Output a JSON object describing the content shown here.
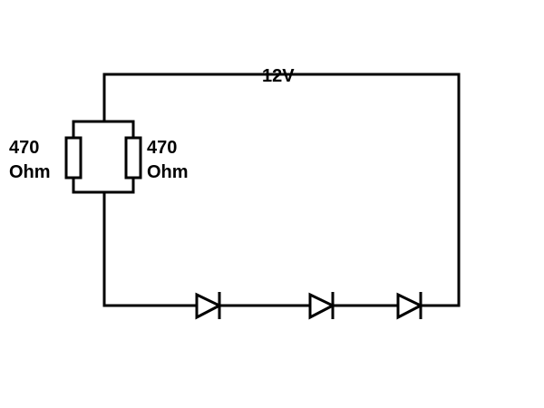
{
  "circuit": {
    "supply_label": "12V",
    "resistors": [
      {
        "value_label": "470",
        "unit_label": "Ohm"
      },
      {
        "value_label": "470",
        "unit_label": "Ohm"
      }
    ],
    "diode_count": 3,
    "wire_color": "#000000"
  }
}
